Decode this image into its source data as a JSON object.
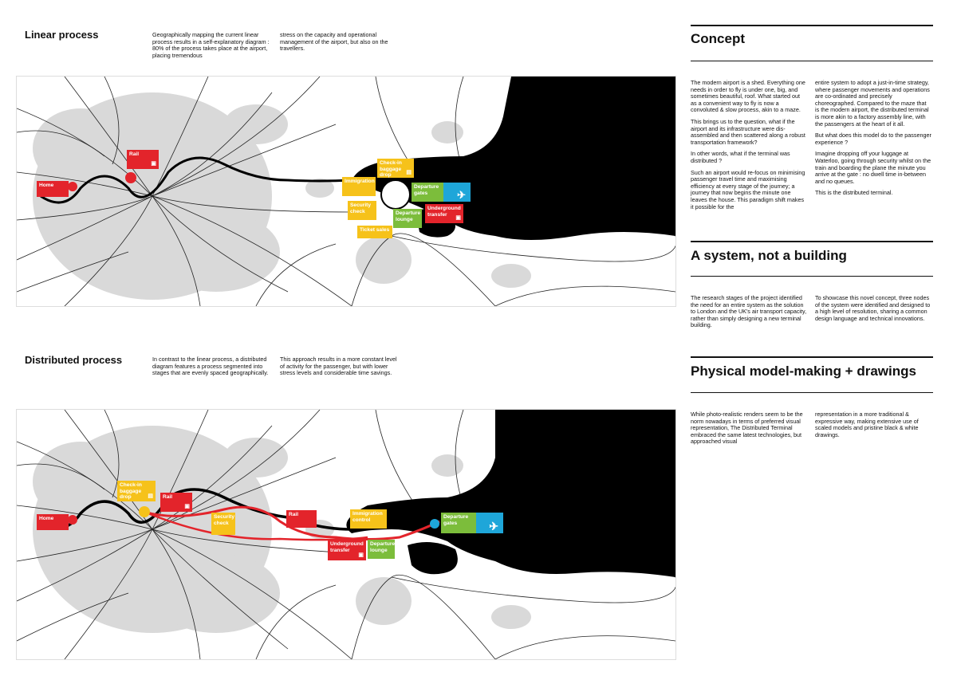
{
  "linear": {
    "heading": "Linear process",
    "text1": "Geographically mapping the current linear process results in a self-explanatory diagram : 80% of the process takes place at the airport, placing tremendous",
    "text2": "stress on the capacity and operational management of the airport, but also on the travellers.",
    "tags": {
      "home": "Home",
      "rail": "Rail",
      "checkin": "Check-in baggage drop",
      "immigration": "Immigration",
      "security": "Security check",
      "ticket": "Ticket sales",
      "lounge": "Departure lounge",
      "gates": "Departure gates",
      "underground": "Underground transfer"
    }
  },
  "distributed": {
    "heading": "Distributed process",
    "text1": "In contrast to the linear process, a distributed diagram features a process segmented into stages that are evenly spaced geographically.",
    "text2": "This approach results in a more constant level of activity for the passenger, but with lower stress levels and considerable time savings.",
    "tags": {
      "home": "Home",
      "checkin": "Check-in baggage drop",
      "rail1": "Rail",
      "security": "Security check",
      "rail2": "Rail",
      "immigration": "Immigration control",
      "underground": "Underground transfer",
      "lounge": "Departure lounge",
      "gates": "Departure gates"
    }
  },
  "concept": {
    "title": "Concept",
    "col1": [
      "The modern airport is a shed. Everything one needs in order to fly is under one, big, and sometimes beautiful, roof. What started out as a convenient way to fly is now a convoluted & slow process, akin to a maze.",
      "This brings us to the question, what if the airport and its infrastructure were dis-assembled and then scattered along a robust transportation framework?",
      "In other words, what if the terminal was distributed ?",
      "Such an airport would re-focus on minimising passenger travel time and maximising efficiency at every stage of the journey; a journey that now begins the minute one leaves the house. This paradigm shift makes it possible for the"
    ],
    "col2": [
      "entire system to adopt a just-in-time strategy, where passenger movements and operations are co-ordinated and precisely choreographed. Compared to the maze that is the modern airport, the distributed terminal is more akin to a factory assembly line, with the passengers at the heart of it all.",
      "But what does this model do to the passenger experience ?",
      "Imagine dropping off your luggage at Waterloo, going through security whilst on the train and boarding the plane the minute you arrive at the gate : no dwell time in-between and no queues.",
      "This is the distributed terminal."
    ]
  },
  "system": {
    "title": "A system, not a building",
    "col1": "The research stages of the project identified the need for an entire system as the solution to London and the UK's air transport capacity, rather than simply designing a new terminal building.",
    "col2": "To showcase this novel concept, three nodes of the system were identified and designed to a high level of resolution, sharing a common design language and technical innovations."
  },
  "model": {
    "title": "Physical model-making + drawings",
    "col1": "While photo-realistic renders seem to be the norm nowadays in terms of preferred visual representation, The Distributed Terminal embraced the same latest technologies, but approached visual",
    "col2": "representation in a more traditional & expressive way, making extensive use of scaled models and pristine black & white drawings."
  },
  "colors": {
    "red": "#e3242b",
    "yellow": "#f6c21a",
    "green": "#7cbd3b",
    "blue": "#1ea6d9",
    "urban": "#d9d9d9",
    "water": "#000000"
  },
  "icons": [
    "suitcase-icon",
    "train-icon",
    "airplane-icon"
  ]
}
